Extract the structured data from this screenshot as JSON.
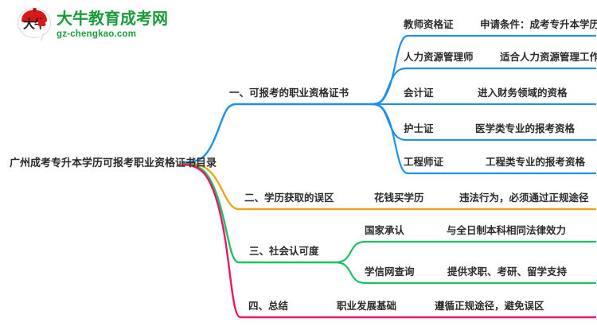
{
  "brand": {
    "logo_icon": "daniu-bull-badge-icon",
    "name": "大牛教育成考网",
    "url": "gz-chengkao.com",
    "mark_text": "大牛",
    "green": "#1a9c3c",
    "red": "#d61a1a"
  },
  "mindmap": {
    "root": {
      "label": "广州成考专升本学历可报考职业资格证书目录"
    },
    "branch_colors": {
      "blue": "#1f8ff0",
      "orange": "#eca61c",
      "green": "#16c464",
      "pink": "#ec1566"
    },
    "branches": [
      {
        "label": "一、可报考的职业资格证书",
        "color": "#1f8ff0",
        "children": [
          {
            "label": "教师资格证",
            "detail": "申请条件：成考专升本学历"
          },
          {
            "label": "人力资源管理师",
            "detail": "适合人力资源管理工作"
          },
          {
            "label": "会计证",
            "detail": "进入财务领域的资格"
          },
          {
            "label": "护士证",
            "detail": "医学类专业的报考资格"
          },
          {
            "label": "工程师证",
            "detail": "工程类专业的报考资格"
          }
        ]
      },
      {
        "label": "二、学历获取的误区",
        "color": "#eca61c",
        "children": [
          {
            "label": "花钱买学历",
            "detail": "违法行为，必须通过正规途径"
          }
        ]
      },
      {
        "label": "三、社会认可度",
        "color": "#16c464",
        "children": [
          {
            "label": "国家承认",
            "detail": "与全日制本科相同法律效力"
          },
          {
            "label": "学信网查询",
            "detail": "提供求职、考研、留学支持"
          }
        ]
      },
      {
        "label": "四、总结",
        "color": "#ec1566",
        "children": [
          {
            "label": "职业发展基础",
            "detail": "遵循正规途径，避免误区"
          }
        ]
      }
    ]
  }
}
